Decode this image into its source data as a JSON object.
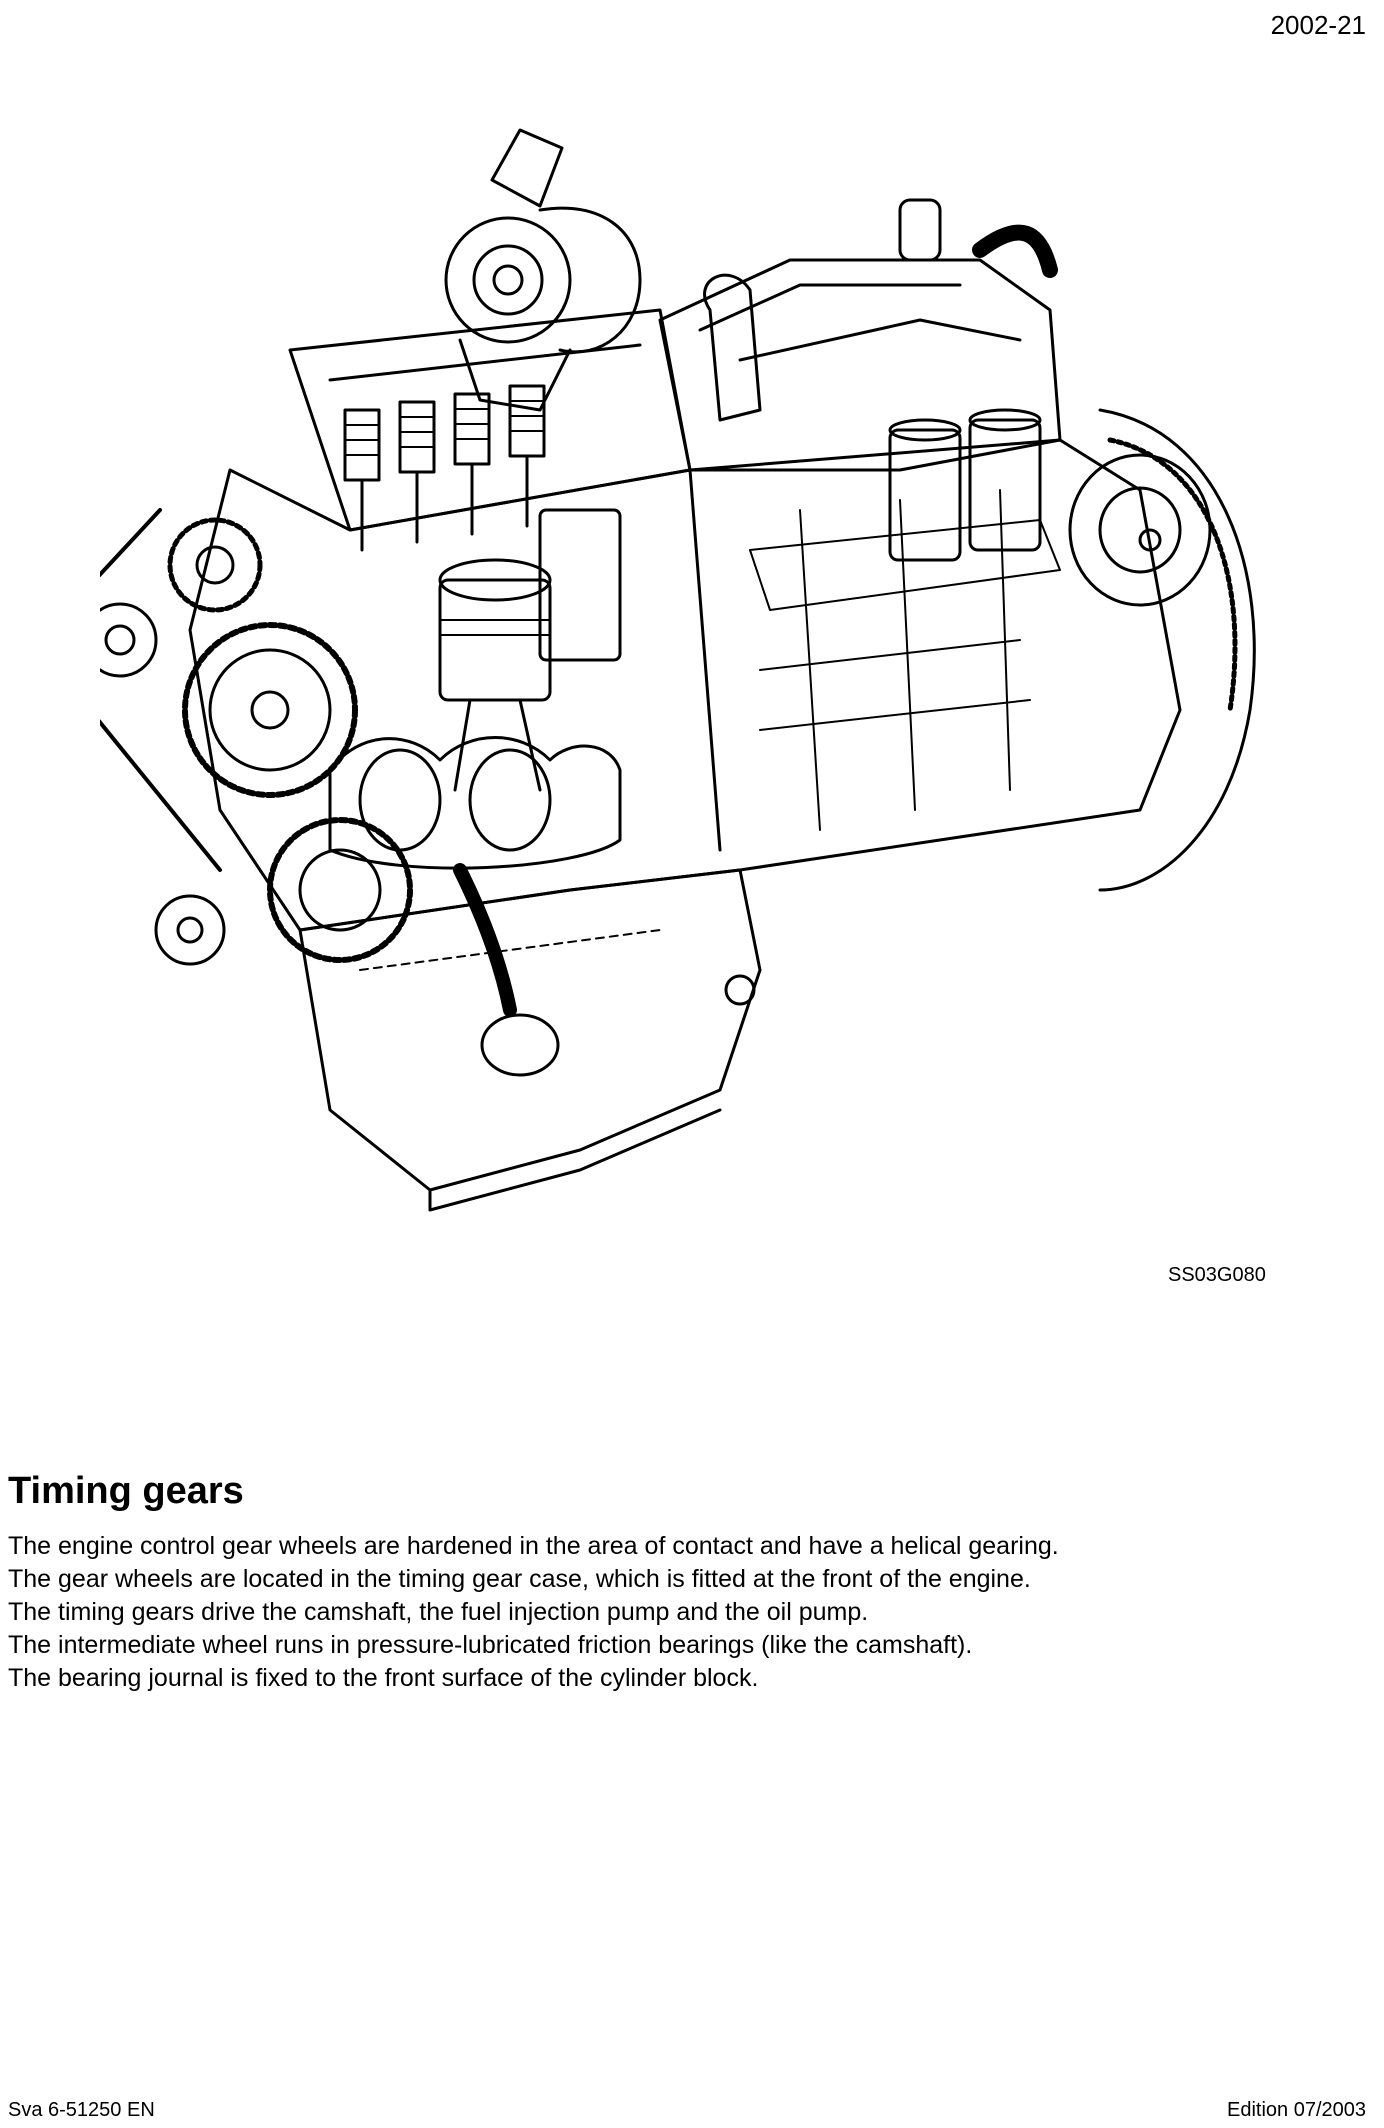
{
  "header": {
    "page_number": "2002-21"
  },
  "figure": {
    "code": "SS03G080"
  },
  "section": {
    "title": "Timing gears",
    "paragraph_lines": [
      "The engine control gear wheels are hardened in the area of contact and have a helical gearing.",
      "The gear wheels are located in the timing gear case, which is fitted at the front of the engine.",
      "The timing gears drive the camshaft, the fuel injection pump and the oil pump.",
      "The intermediate wheel runs in pressure-lubricated friction bearings (like the camshaft).",
      "The bearing journal is fixed to the front surface of the cylinder block."
    ]
  },
  "footer": {
    "document_id": "Sva 6-51250 EN",
    "edition": "Edition 07/2003"
  }
}
